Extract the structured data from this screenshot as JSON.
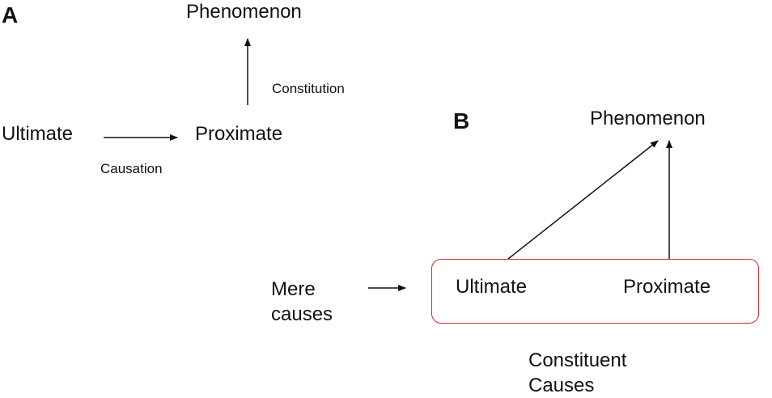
{
  "panel_a": {
    "letter": "A",
    "phenomenon": "Phenomenon",
    "constitution": "Constitution",
    "ultimate": "Ultimate",
    "proximate": "Proximate",
    "causation": "Causation"
  },
  "panel_b": {
    "letter": "B",
    "phenomenon": "Phenomenon",
    "mere_causes": [
      "Mere",
      "causes"
    ],
    "ultimate": "Ultimate",
    "proximate": "Proximate",
    "constituent_causes": [
      "Constituent",
      "Causes"
    ],
    "box_color": "#d9262b"
  }
}
